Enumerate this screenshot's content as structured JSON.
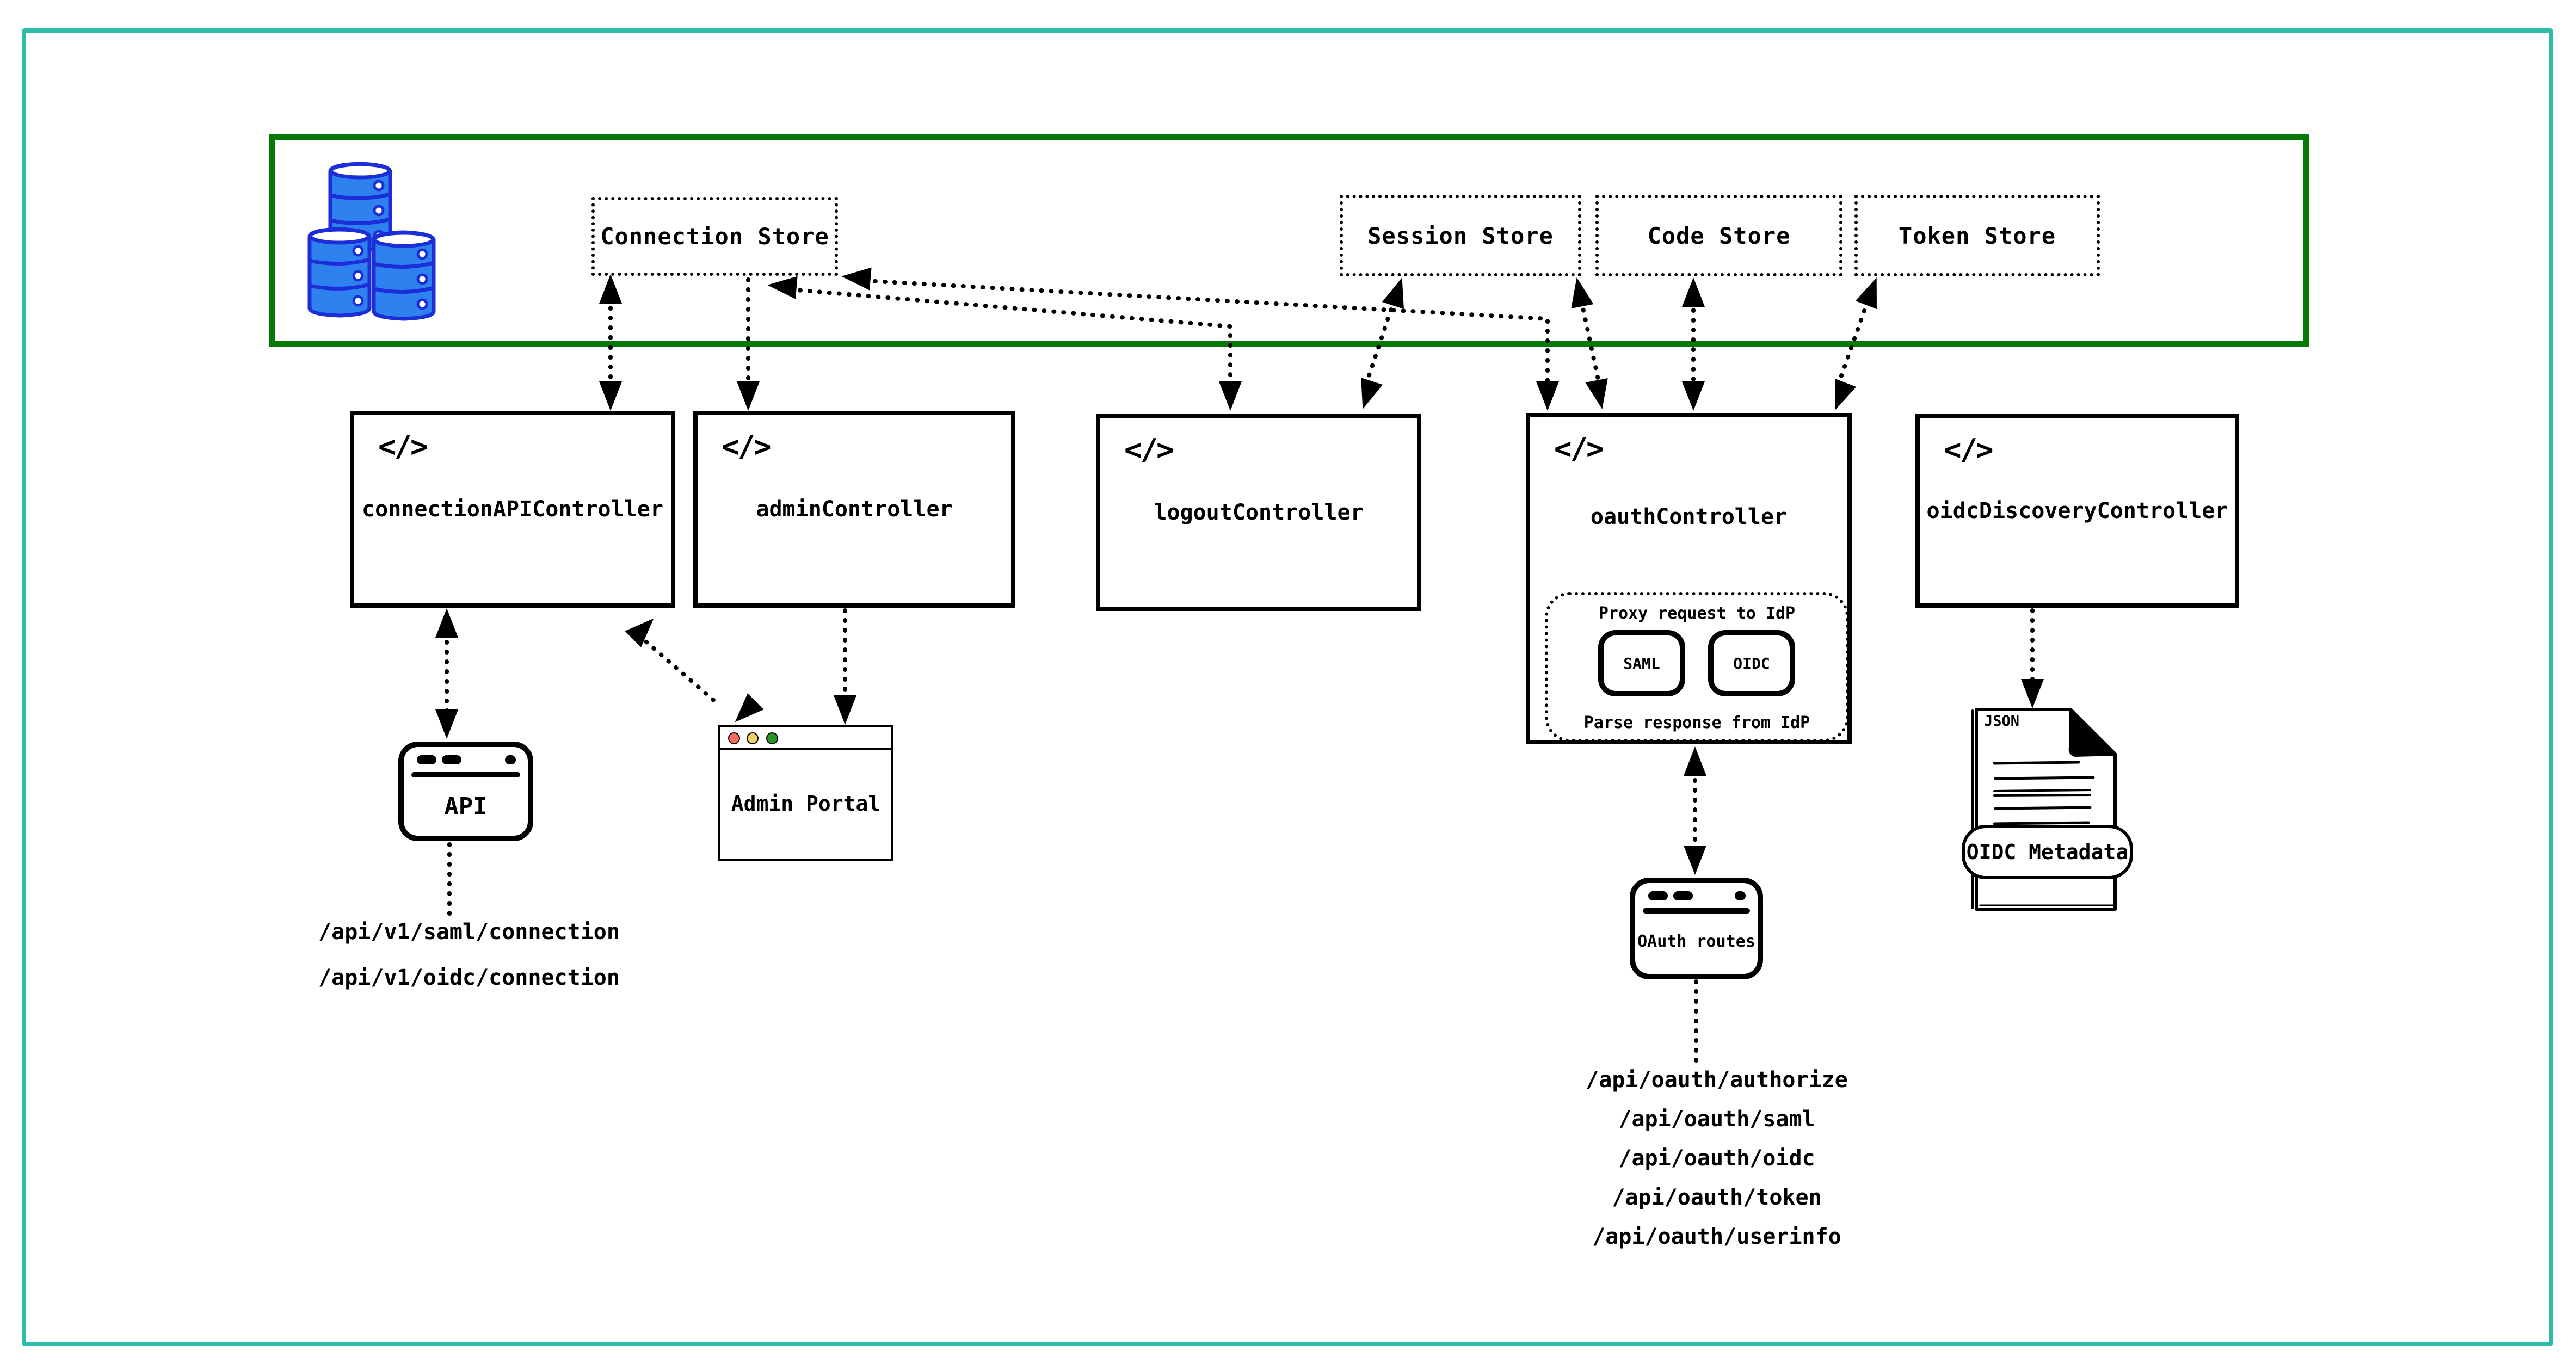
{
  "colors": {
    "frame_teal": "#2dbca8",
    "store_green": "#067806",
    "ink": "#000000",
    "db_fill": "#2e82f0",
    "db_stroke": "#1c2ed8",
    "traffic_red": "#fa6a5f",
    "traffic_yellow": "#f5d069",
    "traffic_green": "#259525"
  },
  "icons": {
    "code_glyph": "</>"
  },
  "stores": {
    "connection": "Connection Store",
    "session": "Session Store",
    "code": "Code Store",
    "token": "Token Store"
  },
  "controllers": {
    "connection_api": "connectionAPIController",
    "admin": "adminController",
    "logout": "logoutController",
    "oauth": "oauthController",
    "oidc_discovery": "oidcDiscoveryController"
  },
  "oauth_proxy": {
    "top": "Proxy request to IdP",
    "saml": "SAML",
    "oidc": "OIDC",
    "bottom": "Parse response from IdP"
  },
  "widgets": {
    "api": "API",
    "admin_portal": "Admin Portal",
    "oauth_routes": "OAuth routes",
    "json_doc": "JSON",
    "oidc_metadata": "OIDC Metadata"
  },
  "endpoints": {
    "connection_api": [
      "/api/v1/saml/connection",
      "/api/v1/oidc/connection"
    ],
    "oauth": [
      "/api/oauth/authorize",
      "/api/oauth/saml",
      "/api/oauth/oidc",
      "/api/oauth/token",
      "/api/oauth/userinfo"
    ]
  }
}
